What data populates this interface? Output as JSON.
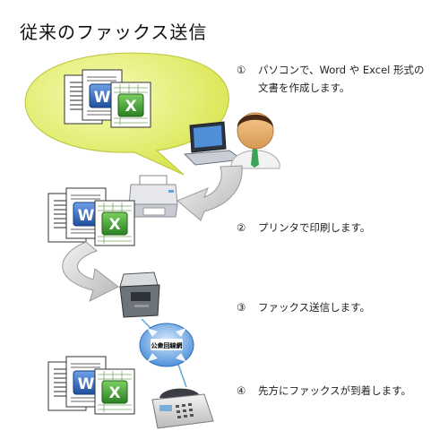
{
  "title": "従来のファックス送信",
  "steps": [
    {
      "num": "①",
      "text": "パソコンで、Word や Excel 形式の",
      "text2": "文書を作成します。"
    },
    {
      "num": "②",
      "text": "プリンタで印刷します。"
    },
    {
      "num": "③",
      "text": "ファックス送信します。"
    },
    {
      "num": "④",
      "text": "先方にファックスが到着します。"
    }
  ],
  "network_label": "公衆回線網",
  "doc_icons": {
    "word": "W",
    "excel": "X"
  },
  "colors": {
    "bubble": "#e6ee6a",
    "word_blue": "#2a5fb0",
    "excel_green": "#3a9a2e",
    "arrow_gray": "#c8c8c8",
    "network_blue": "#4f8fd8",
    "line_blue": "#5aa6dc"
  }
}
